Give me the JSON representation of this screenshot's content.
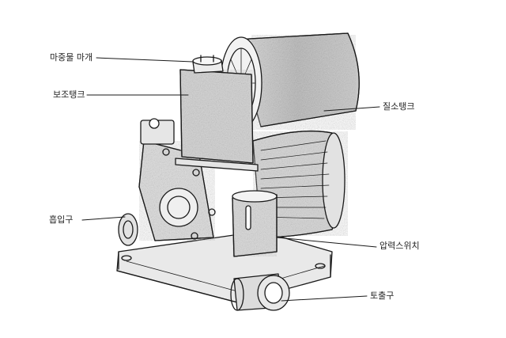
{
  "labels": {
    "priming_cap": "마중물 마개",
    "aux_tank": "보조탱크",
    "pressure_tank": "질소탱크",
    "inlet": "흡입구",
    "pressure_switch": "압력스위치",
    "outlet": "토출구"
  }
}
